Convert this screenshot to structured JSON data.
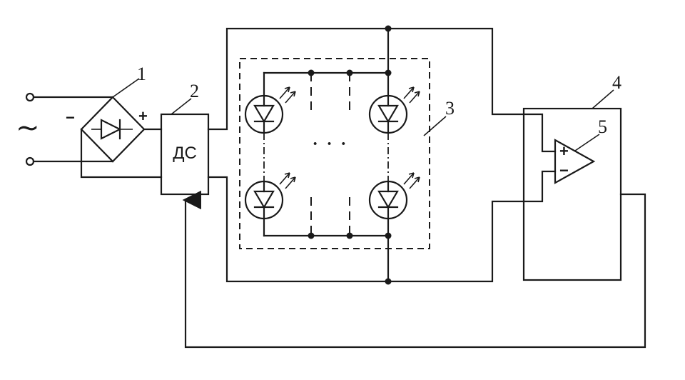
{
  "labels": {
    "rectifier": "1",
    "dc_converter": "2",
    "led_matrix": "3",
    "control_unit": "4",
    "amplifier": "5"
  },
  "block_texts": {
    "dc_converter": "ДС"
  },
  "symbols": {
    "ac_source": "~",
    "rectifier_minus": "−",
    "rectifier_plus": "+",
    "opamp_plus": "+",
    "opamp_minus": "−",
    "ellipsis": "· · ·"
  }
}
